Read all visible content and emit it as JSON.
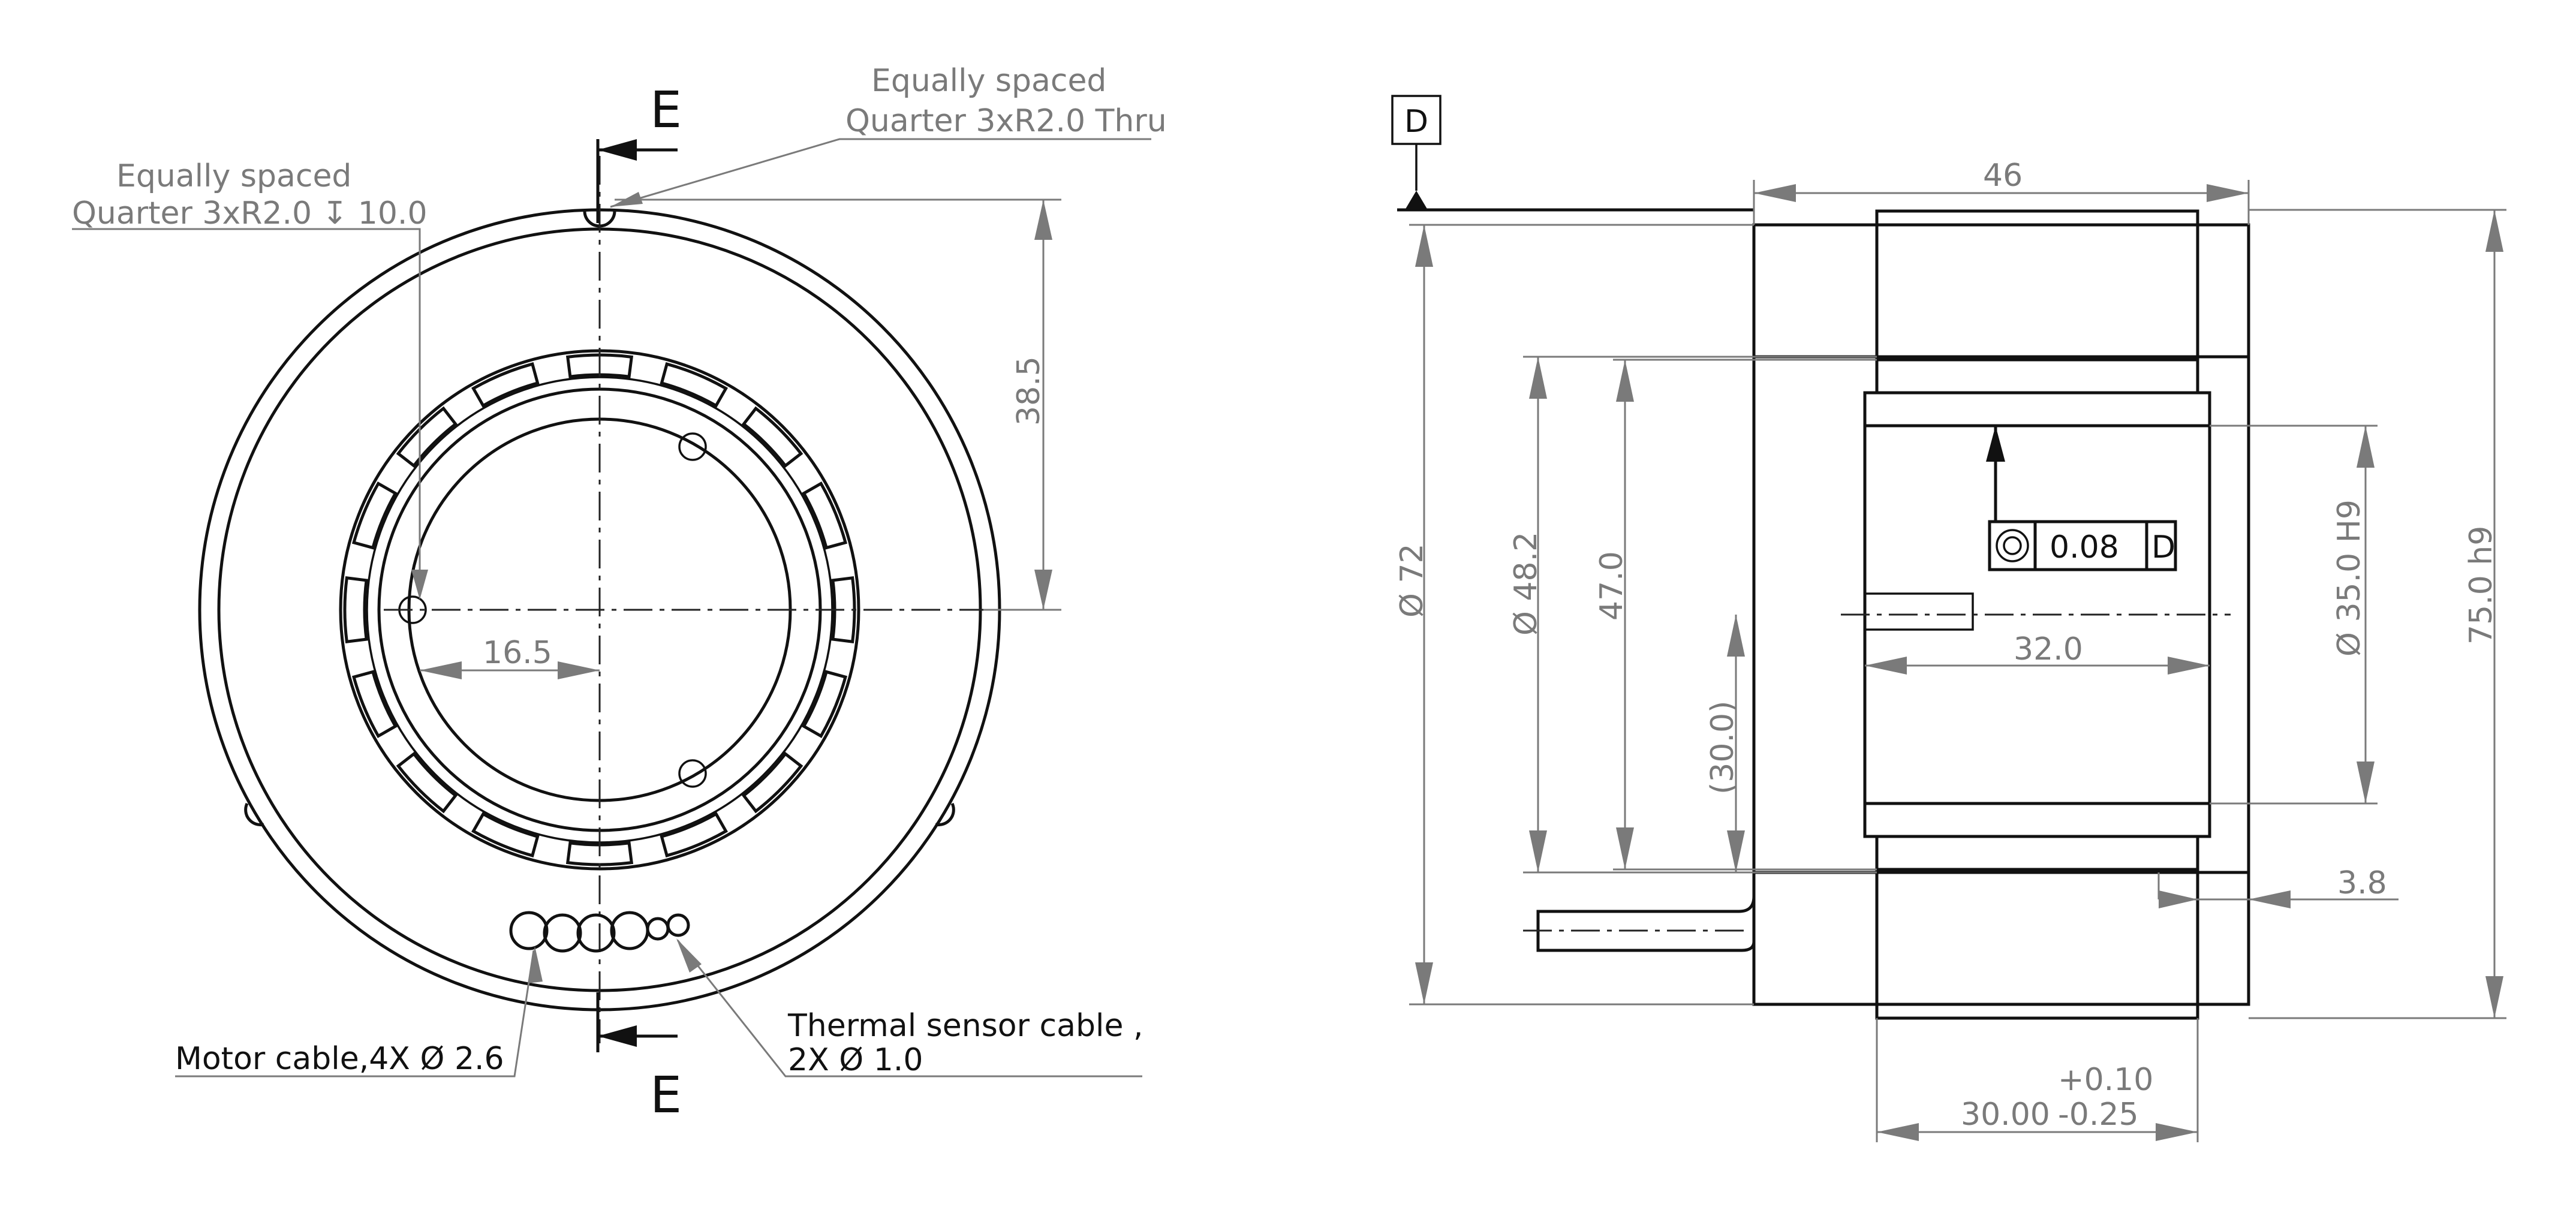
{
  "front_view": {
    "top_hole_note": {
      "line1": "Equally spaced",
      "line2": "Quarter 3xR2.0 Thru"
    },
    "side_hole_note": {
      "line1": "Equally spaced",
      "line2": "Quarter 3xR2.0",
      "depth_symbol": "↧",
      "depth": "10.0"
    },
    "section_label_top": "E",
    "section_label_bottom": "E",
    "dim_vertical": "38.5",
    "dim_horizontal": "16.5",
    "motor_cable_note": "Motor cable,4X",
    "motor_cable_dia": "2.6",
    "thermal_note_line1": "Thermal sensor cable ,",
    "thermal_note_line2_prefix": "2X",
    "thermal_note_dia": "1.0",
    "diameter_symbol": "Ø"
  },
  "section_view": {
    "datum_label": "D",
    "dim_width_top": "46",
    "dim_dia_72": "72",
    "dim_dia_48_2": "48.2",
    "dim_47": "47.0",
    "dim_30_ref": "(30.0)",
    "dim_dia_35": "35.0 H9",
    "dim_75": "75.0 h9",
    "dim_32": "32.0",
    "dim_3_8": "3.8",
    "tol_upper": "+0.10",
    "dim_30_nominal": "30.00",
    "tol_lower": "-0.25",
    "fcf": {
      "tolerance": "0.08",
      "datum": "D",
      "symbol": "concentricity"
    },
    "diameter_symbol": "Ø"
  }
}
